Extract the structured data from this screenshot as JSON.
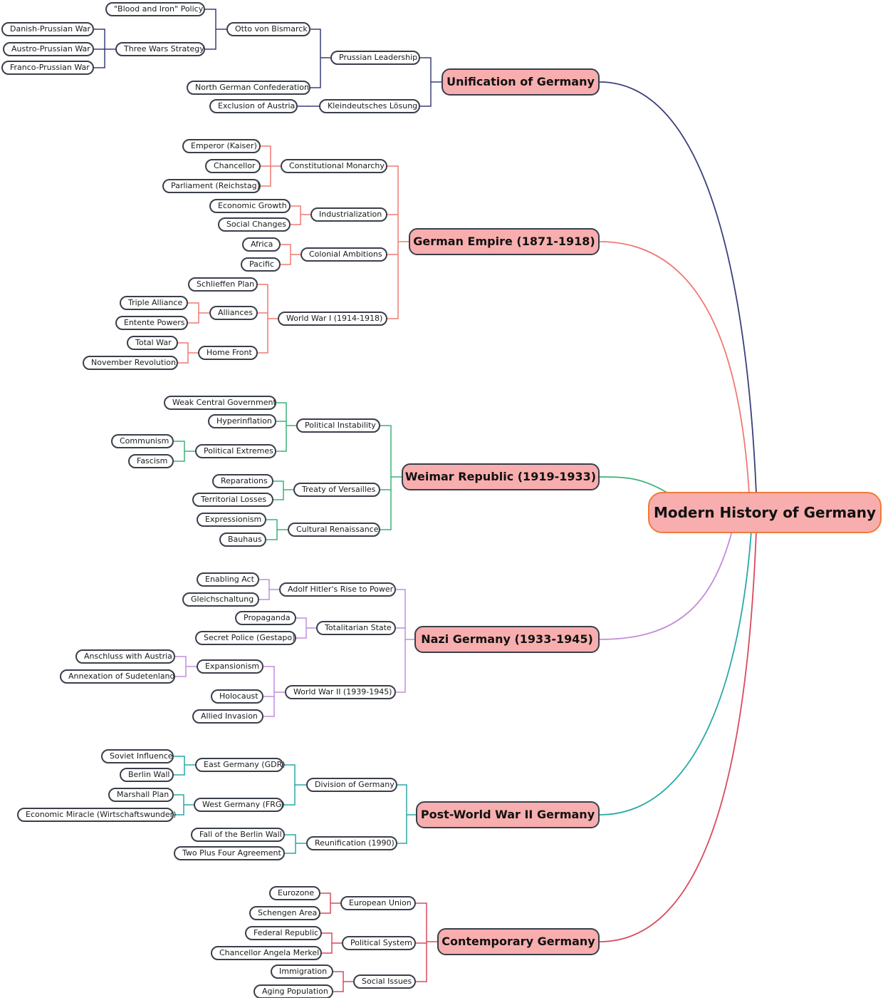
{
  "root": "Modern History of Germany",
  "colors": {
    "unification": "#3b3f7a",
    "empire": "#ef7a72",
    "weimar": "#3cb37a",
    "nazi": "#c18ddc",
    "postwar": "#2aa8a6",
    "contemporary": "#d94a5e",
    "node_border": "#3a3f4b",
    "main_fill": "#f8aeae",
    "root_border": "#f07a3a"
  },
  "labels": {
    "unification": "Unification of Germany",
    "prussian_leadership": "Prussian Leadership",
    "otto_von_bismarck": "Otto von Bismarck",
    "blood_and_iron": "\"Blood and Iron\" Policy",
    "three_wars": "Three Wars Strategy",
    "danish_prussian_war": "Danish-Prussian War",
    "austro_prussian_war": "Austro-Prussian War",
    "franco_prussian_war": "Franco-Prussian War",
    "north_german_confederation": "North German Confederation",
    "kleindeutsches": "Kleindeutsches Lösung",
    "exclusion_of_austria": "Exclusion of Austria",
    "empire": "German Empire (1871-1918)",
    "constitutional_monarchy": "Constitutional Monarchy",
    "emperor": "Emperor (Kaiser)",
    "chancellor": "Chancellor",
    "parliament": "Parliament (Reichstag)",
    "industrialization": "Industrialization",
    "economic_growth": "Economic Growth",
    "social_changes": "Social Changes",
    "colonial_ambitions": "Colonial Ambitions",
    "africa": "Africa",
    "pacific": "Pacific",
    "wwi": "World War I (1914-1918)",
    "schlieffen_plan": "Schlieffen Plan",
    "alliances": "Alliances",
    "triple_alliance": "Triple Alliance",
    "entente_powers": "Entente Powers",
    "home_front": "Home Front",
    "total_war": "Total War",
    "november_revolution": "November Revolution",
    "weimar": "Weimar Republic (1919-1933)",
    "political_instability": "Political Instability",
    "weak_central_government": "Weak Central Government",
    "hyperinflation": "Hyperinflation",
    "political_extremes": "Political Extremes",
    "communism": "Communism",
    "fascism": "Fascism",
    "treaty_of_versailles": "Treaty of Versailles",
    "reparations": "Reparations",
    "territorial_losses": "Territorial Losses",
    "cultural_renaissance": "Cultural Renaissance",
    "expressionism": "Expressionism",
    "bauhaus": "Bauhaus",
    "nazi": "Nazi Germany (1933-1945)",
    "hitler_rise": "Adolf Hitler's Rise to Power",
    "enabling_act": "Enabling Act",
    "gleichschaltung": "Gleichschaltung",
    "totalitarian_state": "Totalitarian State",
    "propaganda": "Propaganda",
    "gestapo": "Secret Police (Gestapo)",
    "wwii": "World War II (1939-1945)",
    "expansionism": "Expansionism",
    "anschluss": "Anschluss with Austria",
    "sudetenland": "Annexation of Sudetenland",
    "holocaust": "Holocaust",
    "allied_invasion": "Allied Invasion",
    "postwar": "Post-World War II Germany",
    "division_of_germany": "Division of Germany",
    "east_germany": "East Germany (GDR)",
    "soviet_influence": "Soviet Influence",
    "berlin_wall": "Berlin Wall",
    "west_germany": "West Germany (FRG)",
    "marshall_plan": "Marshall Plan",
    "economic_miracle": "Economic Miracle (Wirtschaftswunder)",
    "reunification": "Reunification (1990)",
    "fall_of_berlin_wall": "Fall of the Berlin Wall",
    "two_plus_four": "Two Plus Four Agreement",
    "contemporary": "Contemporary Germany",
    "european_union": "European Union",
    "eurozone": "Eurozone",
    "schengen_area": "Schengen Area",
    "political_system": "Political System",
    "federal_republic": "Federal Republic",
    "angela_merkel": "Chancellor Angela Merkel",
    "social_issues": "Social Issues",
    "immigration": "Immigration",
    "aging_population": "Aging Population"
  }
}
